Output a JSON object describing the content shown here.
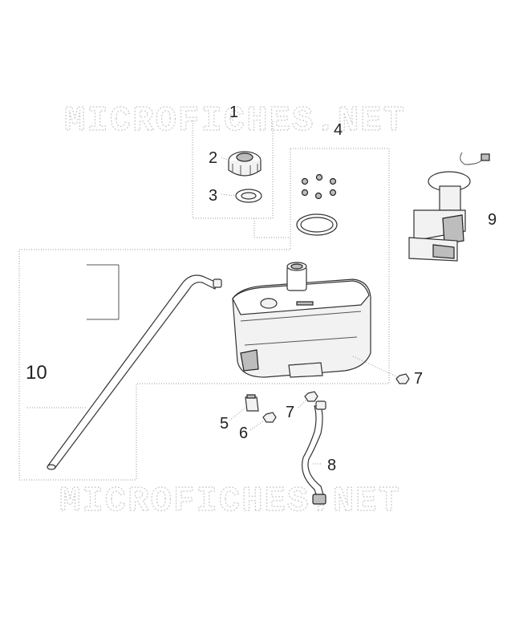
{
  "watermark": {
    "top": "MICROFICHES.NET",
    "bottom": "MICROFICHES.NET"
  },
  "callouts": {
    "c1": "1",
    "c2": "2",
    "c3": "3",
    "c4": "4",
    "c5": "5",
    "c6": "6",
    "c7a": "7",
    "c7b": "7",
    "c8": "8",
    "c9": "9",
    "c10": "10"
  }
}
